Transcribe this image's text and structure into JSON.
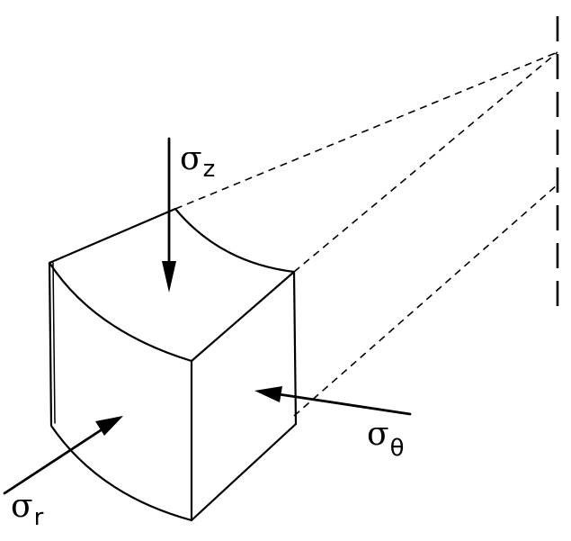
{
  "labels": {
    "sigma_z": {
      "symbol": "σ",
      "subscript": "z"
    },
    "sigma_theta": {
      "symbol": "σ",
      "subscript": "θ"
    },
    "sigma_r": {
      "symbol": "σ",
      "subscript": "r"
    }
  }
}
